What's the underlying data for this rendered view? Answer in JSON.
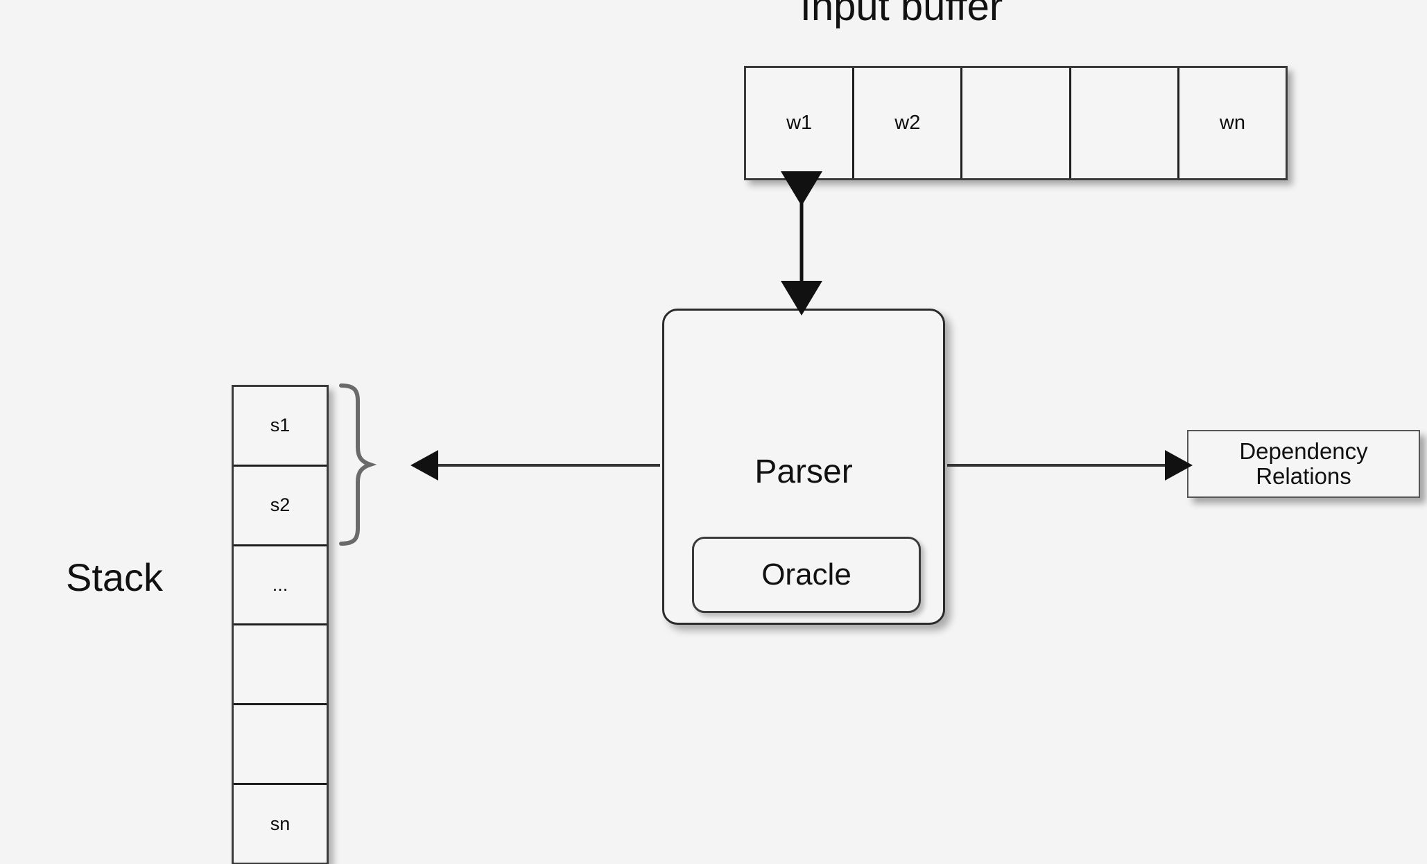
{
  "diagram": {
    "title": "Input buffer",
    "background_color": "#f4f4f4",
    "stroke_color": "#1d1d1d"
  },
  "input_buffer": {
    "label": "Input buffer",
    "cells": [
      {
        "text": "w1"
      },
      {
        "text": "w2"
      },
      {
        "text": ""
      },
      {
        "text": ""
      },
      {
        "text": "wn"
      }
    ]
  },
  "stack": {
    "label": "Stack",
    "cells": [
      {
        "text": "s1"
      },
      {
        "text": "s2"
      },
      {
        "text": "..."
      },
      {
        "text": ""
      },
      {
        "text": ""
      },
      {
        "text": "sn"
      }
    ]
  },
  "parser": {
    "label": "Parser",
    "oracle_label": "Oracle"
  },
  "dependency_relations": {
    "line1": "Dependency",
    "line2": "Relations"
  },
  "connectors": {
    "buffer_parser": "double-arrow-vertical",
    "parser_stack": "arrow-left",
    "parser_dependency": "arrow-right",
    "stack_brace": "curly-brace-right"
  }
}
